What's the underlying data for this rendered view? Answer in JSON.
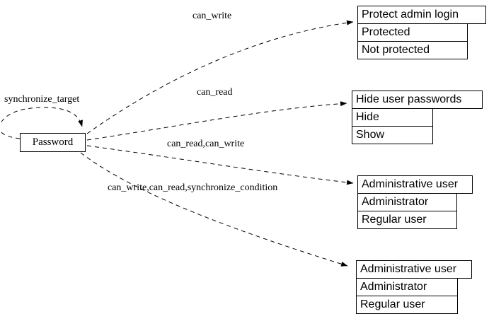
{
  "diagram": {
    "node": {
      "label": "Password"
    },
    "self_loop": {
      "label": "synchronize_target"
    },
    "edges": [
      {
        "label": "can_write"
      },
      {
        "label": "can_read"
      },
      {
        "label": "can_read,can_write"
      },
      {
        "label": "can_write,can_read,synchronize_condition"
      }
    ],
    "targets": [
      {
        "title": "Protect admin login",
        "rows": [
          "Protected",
          "Not protected"
        ]
      },
      {
        "title": "Hide user passwords",
        "rows": [
          "Hide",
          "Show"
        ]
      },
      {
        "title": "Administrative user",
        "rows": [
          "Administrator",
          "Regular user"
        ]
      },
      {
        "title": "Administrative user",
        "rows": [
          "Administrator",
          "Regular user"
        ]
      }
    ],
    "colors": {
      "line": "#000000",
      "text": "#000000",
      "background": "#ffffff"
    }
  }
}
